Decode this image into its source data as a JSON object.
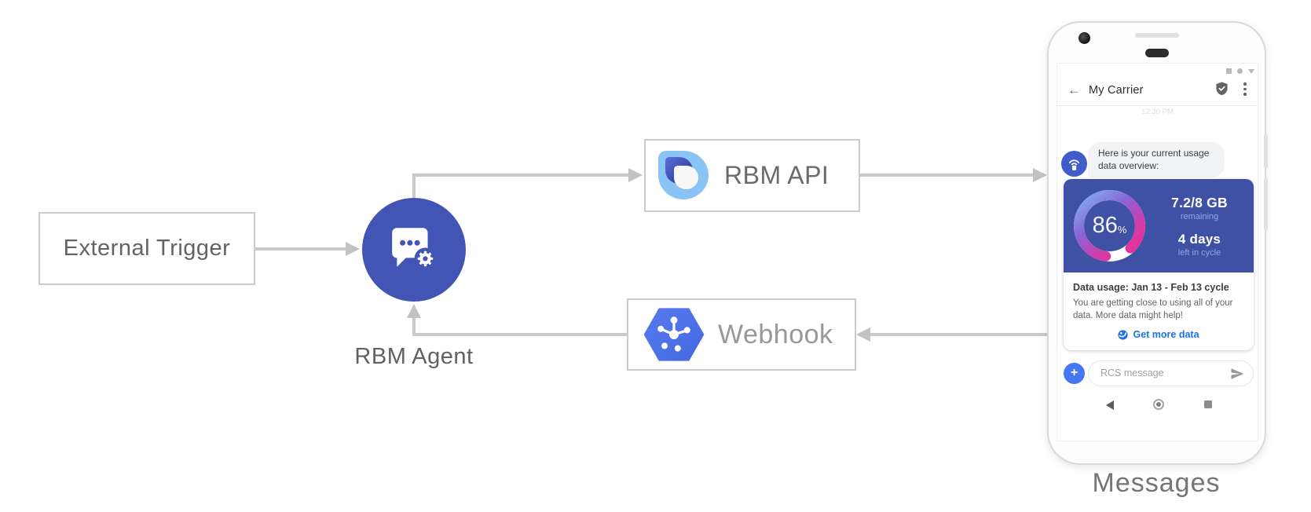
{
  "diagram": {
    "external_trigger_label": "External Trigger",
    "rbm_agent_label": "RBM Agent",
    "rbm_api_label": "RBM API",
    "webhook_label": "Webhook",
    "messages_caption": "Messages",
    "icons": {
      "rbm_agent": "chat-bubble-gear-icon",
      "rbm_api": "rbm-logo-icon",
      "webhook": "cloud-hexagon-network-icon"
    }
  },
  "phone": {
    "header": {
      "back_icon": "arrow-left-icon",
      "back_glyph": "←",
      "title": "My Carrier",
      "verified_icon": "verified-shield-check-icon",
      "menu_icon": "overflow-menu-icon"
    },
    "timestamp": "12:30 PM",
    "agent_message": "Here is your current usage data overview:",
    "usage_card": {
      "gauge": {
        "type": "donut",
        "percent": 86,
        "label": "86",
        "symbol": "%"
      },
      "data_remaining_value": "7.2/8 GB",
      "data_remaining_label": "remaining",
      "days_value": "4 days",
      "days_label": "left in cycle",
      "title": "Data usage: Jan 13 - Feb 13 cycle",
      "body": "You are getting close to using all of your data. More data might help!",
      "action_label": "Get more data",
      "action_icon": "globe-icon"
    },
    "compose": {
      "plus_label": "+",
      "placeholder": "RCS message",
      "send_icon": "send-icon"
    },
    "nav": {
      "back": "triangle-back-icon",
      "home": "circle-home-icon",
      "recents": "square-recents-icon"
    }
  },
  "colors": {
    "agent_circle": "#4355b4",
    "card_header": "#3f51a5",
    "link_blue": "#1a73e8",
    "plus_button": "#4478ee",
    "avatar_blue": "#3f5cc8",
    "hexagon_blue": "#4c73ea",
    "logo_light_blue": "#8ac4f4",
    "logo_dark_blue": "#3b4cae",
    "arrow_gray": "#c9c9c9",
    "gauge_gradient": [
      "#7fb5f2",
      "#8b63d6",
      "#d53ba8",
      "#ee2d8e"
    ],
    "gauge_track": "#ffffff"
  }
}
